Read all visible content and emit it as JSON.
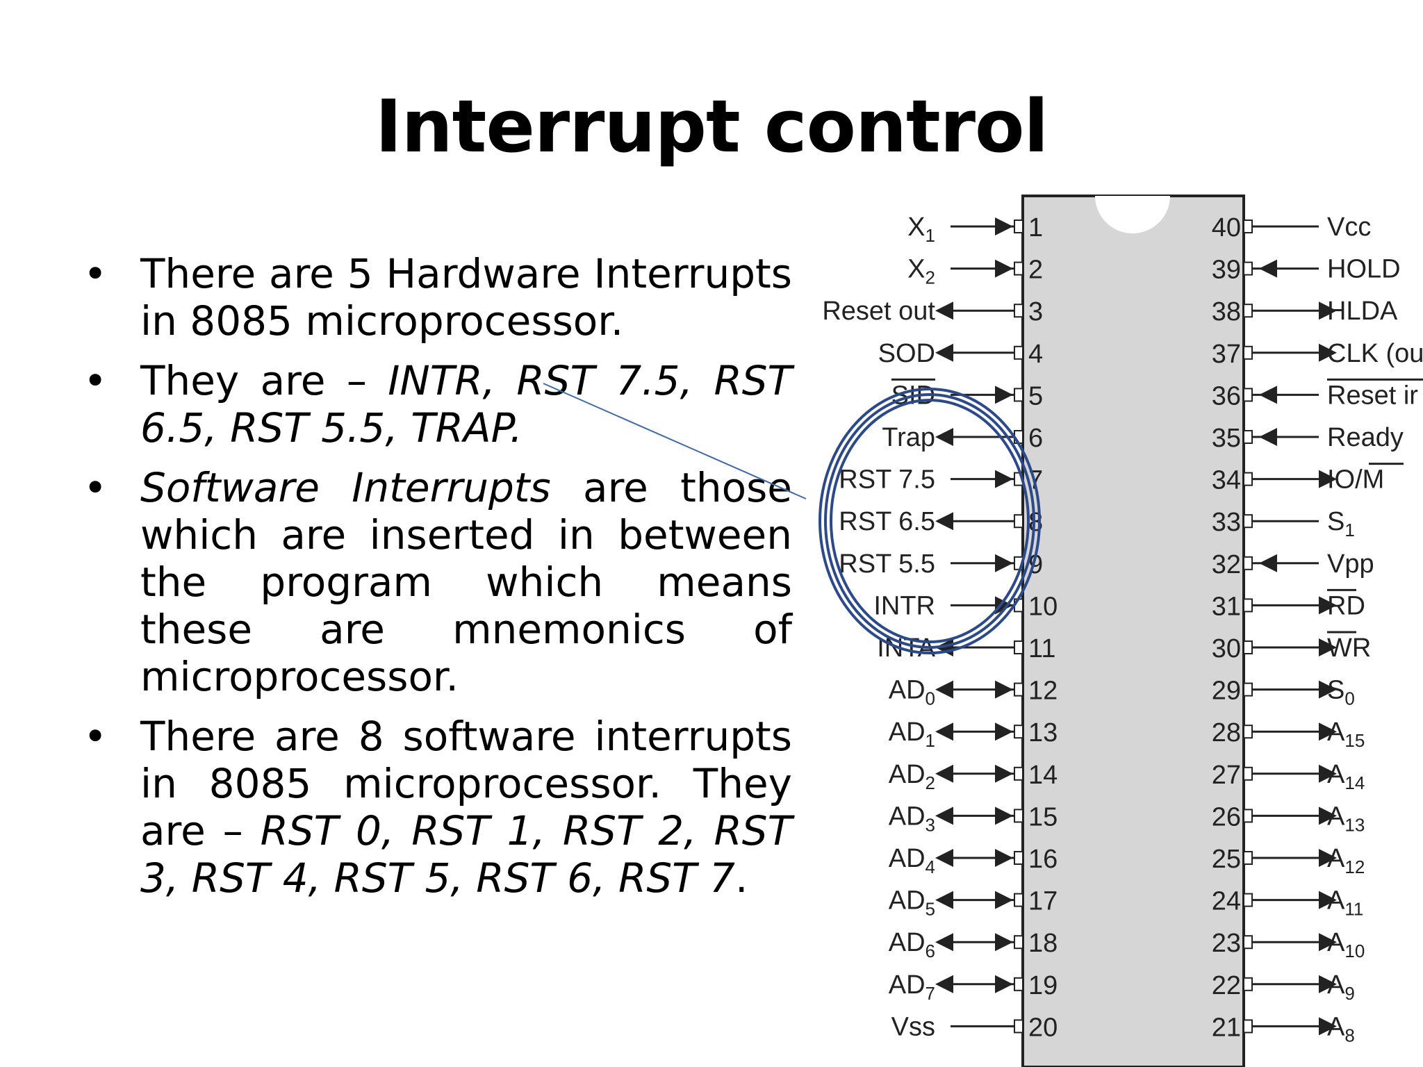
{
  "slide": {
    "title": "Interrupt control",
    "bullets": [
      {
        "parts": [
          {
            "text": "There are 5 Hardware Interrupts in 8085 microprocessor.",
            "italic": false
          }
        ]
      },
      {
        "parts": [
          {
            "text": "They are – ",
            "italic": false
          },
          {
            "text": "INTR, RST 7.5, RST 6.5, RST 5.5, TRAP.",
            "italic": true
          }
        ]
      },
      {
        "parts": [
          {
            "text": "Software Interrupts",
            "italic": true
          },
          {
            "text": " are those which are inserted in between the program which means these are mnemonics of microprocessor.",
            "italic": false
          }
        ]
      },
      {
        "parts": [
          {
            "text": "There are 8 software interrupts in 8085 microprocessor. They are – ",
            "italic": false
          },
          {
            "text": "RST 0, RST 1, RST 2, RST 3, RST 4, RST 5, RST 6, RST 7",
            "italic": true
          },
          {
            "text": ".",
            "italic": false
          }
        ]
      }
    ]
  },
  "pinout": {
    "left_pins": [
      {
        "num": "1",
        "label": "X1",
        "dir": "in"
      },
      {
        "num": "2",
        "label": "X2",
        "dir": "in"
      },
      {
        "num": "3",
        "label": "Reset out",
        "dir": "out"
      },
      {
        "num": "4",
        "label": "SOD",
        "dir": "out"
      },
      {
        "num": "5",
        "label": "SID",
        "dir": "in"
      },
      {
        "num": "6",
        "label": "Trap",
        "dir": "out"
      },
      {
        "num": "7",
        "label": "RST 7.5",
        "dir": "in"
      },
      {
        "num": "8",
        "label": "RST 6.5",
        "dir": "out"
      },
      {
        "num": "9",
        "label": "RST 5.5",
        "dir": "in"
      },
      {
        "num": "10",
        "label": "INTR",
        "dir": "in"
      },
      {
        "num": "11",
        "label": "INTA",
        "dir": "out"
      },
      {
        "num": "12",
        "label": "AD0",
        "dir": "bi"
      },
      {
        "num": "13",
        "label": "AD1",
        "dir": "bi"
      },
      {
        "num": "14",
        "label": "AD2",
        "dir": "bi"
      },
      {
        "num": "15",
        "label": "AD3",
        "dir": "bi"
      },
      {
        "num": "16",
        "label": "AD4",
        "dir": "bi"
      },
      {
        "num": "17",
        "label": "AD5",
        "dir": "bi"
      },
      {
        "num": "18",
        "label": "AD6",
        "dir": "bi"
      },
      {
        "num": "19",
        "label": "AD7",
        "dir": "bi"
      },
      {
        "num": "20",
        "label": "Vss",
        "dir": "none"
      }
    ],
    "right_pins": [
      {
        "num": "40",
        "label": "Vcc",
        "dir": "none"
      },
      {
        "num": "39",
        "label": "HOLD",
        "dir": "in"
      },
      {
        "num": "38",
        "label": "HLDA",
        "dir": "out"
      },
      {
        "num": "37",
        "label": "CLK (ou",
        "dir": "out"
      },
      {
        "num": "36",
        "label": "Reset ir",
        "dir": "in"
      },
      {
        "num": "35",
        "label": "Ready",
        "dir": "in"
      },
      {
        "num": "34",
        "label": "IO/M",
        "dir": "out"
      },
      {
        "num": "33",
        "label": "S1",
        "dir": "none"
      },
      {
        "num": "32",
        "label": "Vpp",
        "dir": "in"
      },
      {
        "num": "31",
        "label": "RD",
        "dir": "out"
      },
      {
        "num": "30",
        "label": "WR",
        "dir": "out"
      },
      {
        "num": "29",
        "label": "S0",
        "dir": "out"
      },
      {
        "num": "28",
        "label": "A15",
        "dir": "out"
      },
      {
        "num": "27",
        "label": "A14",
        "dir": "out"
      },
      {
        "num": "26",
        "label": "A13",
        "dir": "out"
      },
      {
        "num": "25",
        "label": "A12",
        "dir": "out"
      },
      {
        "num": "24",
        "label": "A11",
        "dir": "out"
      },
      {
        "num": "23",
        "label": "A10",
        "dir": "out"
      },
      {
        "num": "22",
        "label": "A9",
        "dir": "out"
      },
      {
        "num": "21",
        "label": "A8",
        "dir": "out"
      }
    ],
    "colors": {
      "chip_fill": "#d6d6d6",
      "chip_stroke": "#222222",
      "highlight_ring": "#2c4a8a",
      "pointer_line": "#3e6aa8"
    }
  }
}
